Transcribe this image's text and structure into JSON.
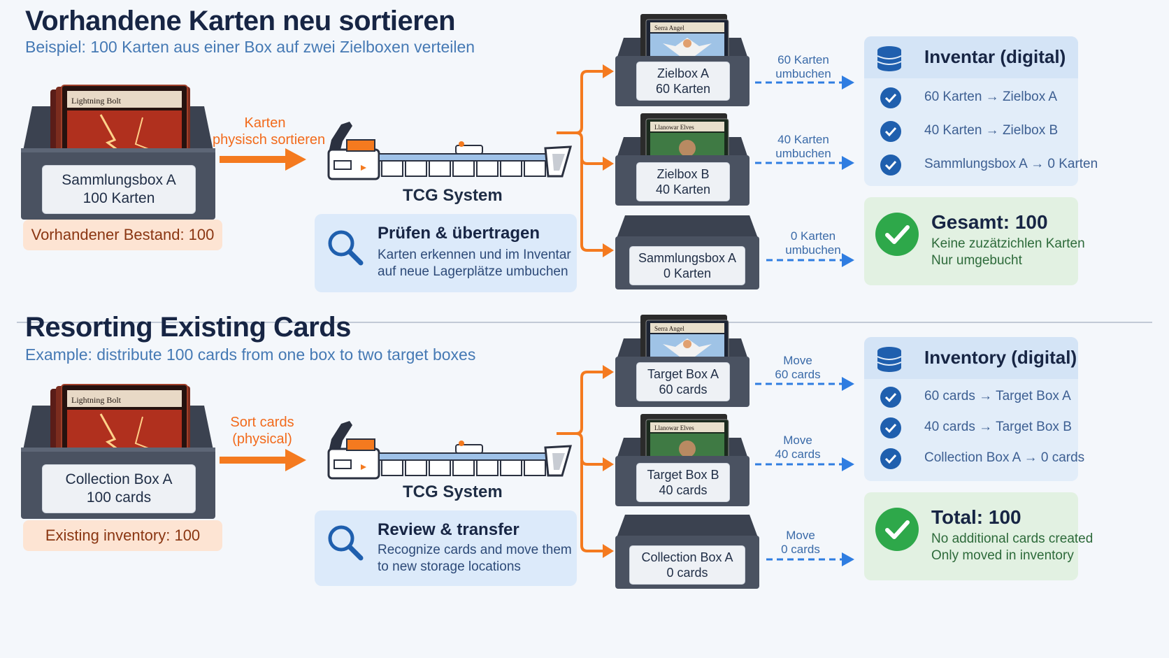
{
  "sections": [
    {
      "title": "Vorhandene Karten neu sortieren",
      "subtitle": "Beispiel: 100 Karten aus einer Box auf zwei Zielboxen verteilen",
      "source_card_name": "Lightning Bolt",
      "source_box": {
        "name": "Sammlungsbox A",
        "count": "100 Karten"
      },
      "stock_pill": "Vorhandener Bestand: 100",
      "sort_label": {
        "line1": "Karten",
        "line2": "physisch sortieren"
      },
      "tcg_label": "TCG System",
      "review": {
        "title": "Prüfen & übertragen",
        "line1": "Karten erkennen und im Inventar",
        "line2": "auf neue Lagerplätze umbuchen"
      },
      "targets": [
        {
          "card": "Serra Angel",
          "name": "Zielbox A",
          "count": "60 Karten",
          "move1": "60 Karten",
          "move2": "umbuchen"
        },
        {
          "card": "Llanowar Elves",
          "name": "Zielbox B",
          "count": "40 Karten",
          "move1": "40 Karten",
          "move2": "umbuchen"
        },
        {
          "card": "",
          "name": "Sammlungsbox A",
          "count": "0 Karten",
          "move1": "0 Karten",
          "move2": "umbuchen"
        }
      ],
      "inventory": {
        "title": "Inventar (digital)",
        "rows": [
          "60 Karten → Zielbox A",
          "40 Karten → Zielbox B",
          "Sammlungsbox A → 0 Karten"
        ]
      },
      "total": {
        "title": "Gesamt: 100",
        "line1": "Keine zuzätzichlen Karten",
        "line2": "Nur umgebucht"
      }
    },
    {
      "title": "Resorting Existing Cards",
      "subtitle": "Example: distribute 100 cards from one box to two target boxes",
      "source_card_name": "Lightning Bolt",
      "source_box": {
        "name": "Collection Box A",
        "count": "100 cards"
      },
      "stock_pill": "Existing inventory: 100",
      "sort_label": {
        "line1": "Sort cards",
        "line2": "(physical)"
      },
      "tcg_label": "TCG System",
      "review": {
        "title": "Review & transfer",
        "line1": "Recognize cards and move them",
        "line2": "to new storage locations"
      },
      "targets": [
        {
          "card": "Serra Angel",
          "name": "Target Box A",
          "count": "60 cards",
          "move1": "Move",
          "move2": "60 cards"
        },
        {
          "card": "Llanowar Elves",
          "name": "Target Box B",
          "count": "40 cards",
          "move1": "Move",
          "move2": "40 cards"
        },
        {
          "card": "",
          "name": "Collection Box A",
          "count": "0 cards",
          "move1": "Move",
          "move2": "0 cards"
        }
      ],
      "inventory": {
        "title": "Inventory (digital)",
        "rows": [
          "60 cards → Target Box A",
          "40 cards → Target Box B",
          "Collection Box A → 0 cards"
        ]
      },
      "total": {
        "title": "Total: 100",
        "line1": "No additional cards created",
        "line2": "Only moved in inventory"
      }
    }
  ],
  "colors": {
    "accent_orange": "#f47a1f",
    "accent_blue": "#2f7de1",
    "box_dark": "#4a5261",
    "check_green": "#2ea84a",
    "check_blue": "#1f5fae"
  }
}
